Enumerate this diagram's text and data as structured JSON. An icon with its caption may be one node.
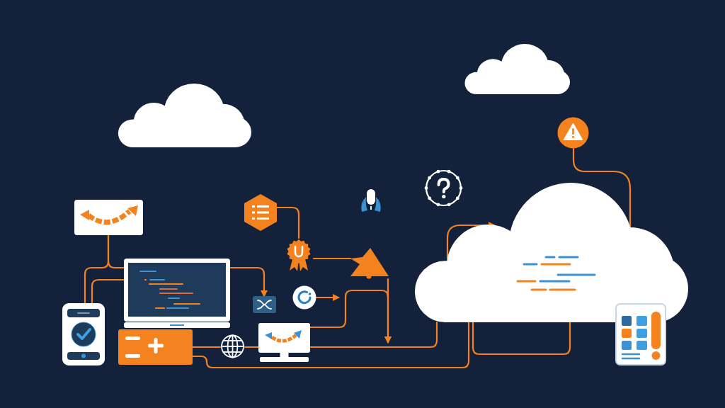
{
  "diagram": {
    "nodes": [
      {
        "text": [],
        "shape": "cloud"
      },
      {
        "text": [],
        "shape": "cloud"
      },
      {
        "text": [],
        "shape": "circle"
      },
      {
        "text": [],
        "shape": "gear"
      },
      {
        "text": [],
        "shape": "cloud"
      },
      {
        "text": [],
        "shape": "microphone"
      },
      {
        "text": [],
        "shape": "hexagon"
      },
      {
        "text": [],
        "shape": "box"
      },
      {
        "text": [],
        "shape": "badge"
      },
      {
        "text": [],
        "shape": "triangle"
      },
      {
        "text": [],
        "shape": "laptop"
      },
      {
        "text": [],
        "shape": "circle"
      },
      {
        "text": [],
        "shape": "box"
      },
      {
        "text": [],
        "shape": "tablet"
      },
      {
        "text": [],
        "shape": "phone"
      },
      {
        "text": [],
        "shape": "monitor"
      },
      {
        "text": [],
        "shape": "box"
      },
      {
        "text": [],
        "shape": "globe"
      }
    ],
    "edges": [
      {
        "from": 7,
        "to": 10,
        "arrow": "none"
      },
      {
        "from": 7,
        "to": 14,
        "arrow": "none"
      },
      {
        "from": 14,
        "to": 10,
        "arrow": "none"
      },
      {
        "from": 10,
        "to": 12,
        "arrow": "to"
      },
      {
        "from": 6,
        "to": 8,
        "arrow": "none"
      },
      {
        "from": 8,
        "to": 9,
        "arrow": "none"
      },
      {
        "from": 9,
        "to": null,
        "arrow": "to"
      },
      {
        "from": 15,
        "to": null,
        "arrow": "to"
      },
      {
        "from": 11,
        "to": null,
        "arrow": "to"
      },
      {
        "from": 16,
        "to": 17,
        "arrow": "none"
      },
      {
        "from": 17,
        "to": 15,
        "arrow": "none"
      },
      {
        "from": 15,
        "to": 4,
        "arrow": "none"
      },
      {
        "from": 16,
        "to": 4,
        "arrow": "none"
      },
      {
        "from": 4,
        "to": 4,
        "arrow": "none"
      },
      {
        "from": 4,
        "to": 4,
        "arrow": "to"
      },
      {
        "from": 2,
        "to": 4,
        "arrow": "none"
      }
    ]
  }
}
